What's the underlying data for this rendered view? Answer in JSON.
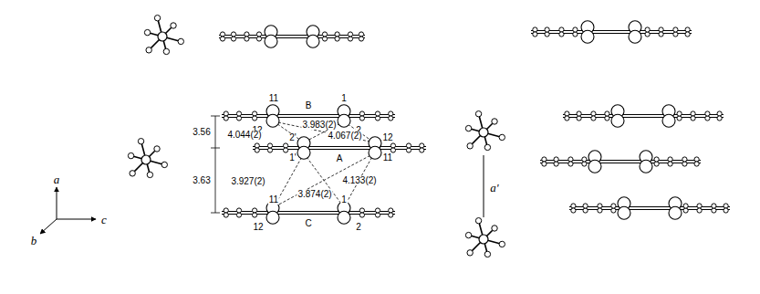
{
  "diagram": {
    "labels": [
      "11",
      "B",
      "1",
      "12",
      "2",
      "3.983(2)",
      "4.044(2)",
      "4.067(2)",
      "3.56",
      "2'",
      "1'",
      "A",
      "12",
      "11",
      "3.927(2)",
      "4.133(2)",
      "3.874(2)",
      "3.63",
      "11",
      "1",
      "C",
      "12",
      "2",
      "a'",
      "a",
      "b",
      "c"
    ]
  }
}
